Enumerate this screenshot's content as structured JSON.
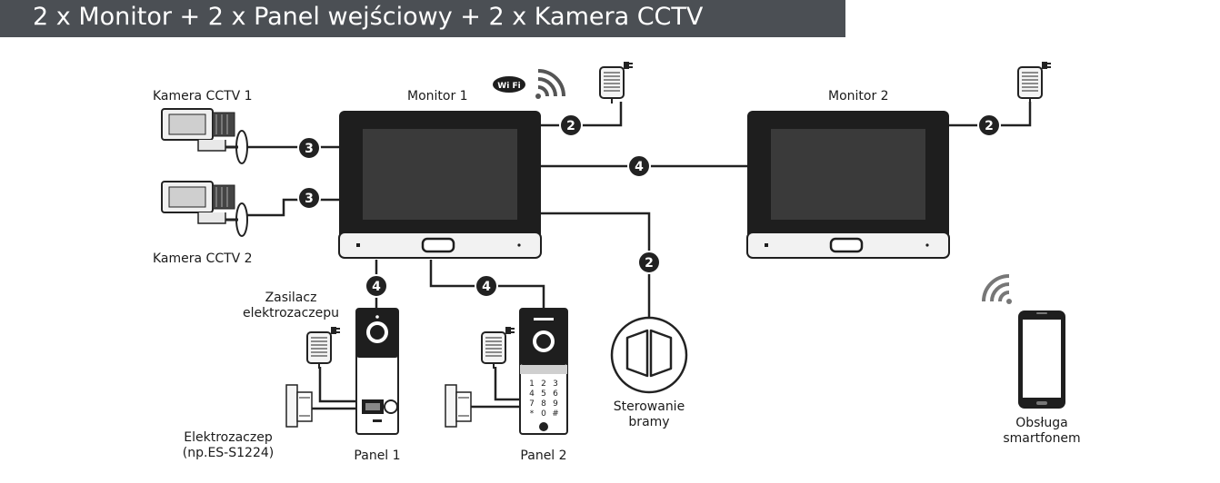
{
  "title": "2 x Monitor + 2 x Panel wejściowy + 2 x Kamera CCTV",
  "labels": {
    "camera1": "Kamera CCTV 1",
    "camera2": "Kamera CCTV 2",
    "monitor1": "Monitor 1",
    "monitor2": "Monitor 2",
    "lock_psu_line1": "Zasilacz",
    "lock_psu_line2": "elektrozaczepu",
    "lock_line1": "Elektrozaczep",
    "lock_line2": "(np.ES-S1224)",
    "panel1": "Panel 1",
    "panel2": "Panel 2",
    "gate_line1": "Sterowanie",
    "gate_line2": "bramy",
    "phone_line1": "Obsługa",
    "phone_line2": "smartfonem",
    "wifi_badge": "Wi Fi"
  },
  "connections": {
    "cam1_monitor1": "3",
    "cam2_monitor1": "3",
    "monitor1_psu": "2",
    "monitor2_psu": "2",
    "monitor1_monitor2": "4",
    "monitor1_panel1": "4",
    "monitor1_panel2": "4",
    "monitor1_gate": "2"
  },
  "keypad": [
    "1",
    "2",
    "3",
    "4",
    "5",
    "6",
    "7",
    "8",
    "9",
    "*",
    "0",
    "#"
  ],
  "colors": {
    "title_bg": "#4b4f54",
    "title_text": "#ffffff",
    "badge": "#222222",
    "device": "#1e1e1e",
    "screen": "#3a3a3a",
    "wire": "#222222"
  }
}
